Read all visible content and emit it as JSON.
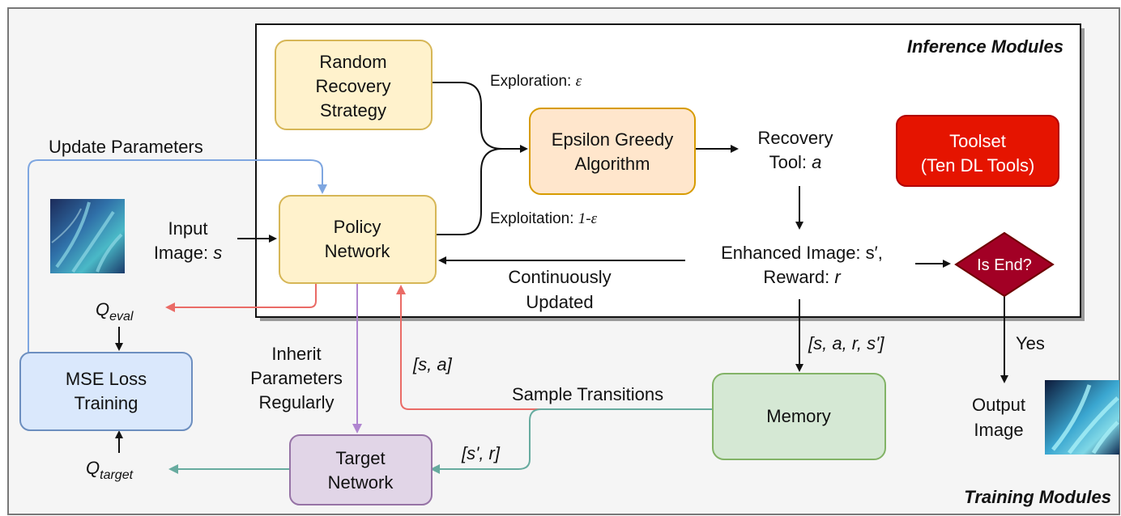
{
  "regions": {
    "training_title": "Training Modules",
    "inference_title": "Inference Modules"
  },
  "nodes": {
    "random_recovery": [
      "Random",
      "Recovery",
      "Strategy"
    ],
    "epsilon_greedy": [
      "Epsilon Greedy",
      "Algorithm"
    ],
    "policy_network": [
      "Policy",
      "Network"
    ],
    "toolset": [
      "Toolset",
      "(Ten DL Tools)"
    ],
    "is_end": "Is End?",
    "memory": "Memory",
    "mse_loss": [
      "MSE Loss",
      "Training"
    ],
    "target_network": [
      "Target",
      "Network"
    ]
  },
  "labels": {
    "exploration": "Exploration: ",
    "exploration_sym": "ε",
    "exploitation": "Exploitation: ",
    "exploitation_sym": "1-ε",
    "recovery_tool_1": "Recovery",
    "recovery_tool_2": "Tool: ",
    "recovery_tool_var": "a",
    "enhanced_image": "Enhanced Image: s′,",
    "reward": "Reward: ",
    "reward_var": "r",
    "continuously": "Continuously",
    "updated": "Updated",
    "update_parameters": "Update Parameters",
    "input_image_1": "Input",
    "input_image_2": "Image: ",
    "input_image_var": "s",
    "q_eval": "Q",
    "q_eval_sub": "eval",
    "q_target": "Q",
    "q_target_sub": "target",
    "inherit_1": "Inherit",
    "inherit_2": "Parameters",
    "inherit_3": "Regularly",
    "s_a": "[s, a]",
    "sample_transitions": "Sample Transitions",
    "transition_tuple": "[s, a, r, s']",
    "s_prime_r": "[s', r]",
    "yes": "Yes",
    "output_image_1": "Output",
    "output_image_2": "Image"
  },
  "colors": {
    "yellow_fill": "#fff2cc",
    "yellow_stroke": "#d6b656",
    "orange_fill": "#ffe6cc",
    "orange_stroke": "#d79b00",
    "red_fill": "#e51400",
    "red_stroke": "#b20000",
    "darkred_fill": "#a20025",
    "darkred_stroke": "#6f0000",
    "green_fill": "#d5e8d4",
    "green_stroke": "#82b366",
    "blue_fill": "#dae8fc",
    "blue_stroke": "#6c8ebf",
    "purple_fill": "#e1d5e7",
    "purple_stroke": "#9673a6",
    "arrow_red": "#ea6b66",
    "arrow_blue": "#7ea6e0",
    "arrow_purple": "#b085d0",
    "arrow_teal": "#67ab9f"
  }
}
